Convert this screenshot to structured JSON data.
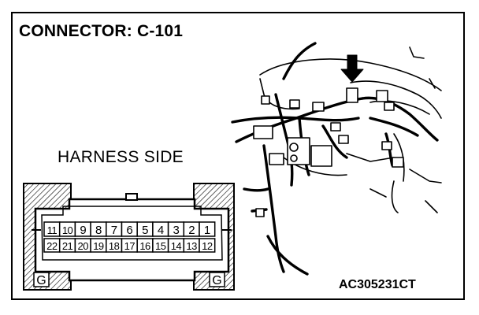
{
  "figure": {
    "title": "CONNECTOR: C-101",
    "view_label": "HARNESS SIDE",
    "reference_code": "AC305231CT"
  },
  "connector": {
    "row_top": [
      "11",
      "10",
      "9",
      "8",
      "7",
      "6",
      "5",
      "4",
      "3",
      "2",
      "1"
    ],
    "row_bottom": [
      "22",
      "21",
      "20",
      "19",
      "18",
      "17",
      "16",
      "15",
      "14",
      "13",
      "12"
    ],
    "latch_marks": [
      "G",
      "G"
    ]
  }
}
